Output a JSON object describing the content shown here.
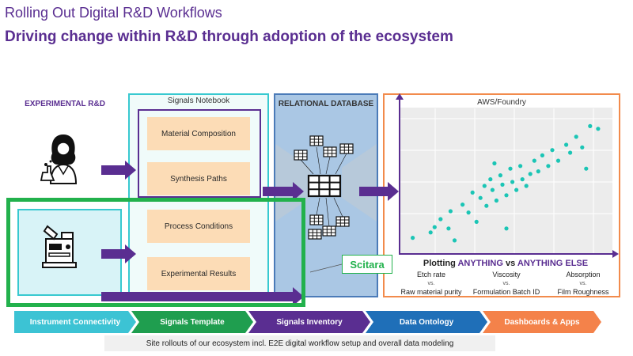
{
  "header": {
    "title": "Rolling Out Digital R&D Workflows",
    "subtitle": "Driving change within R&D through adoption of the ecosystem"
  },
  "experimental": {
    "label": "EXPERIMENTAL R&D",
    "icon": "scientist-icon"
  },
  "instrument": {
    "icon": "lab-instrument-icon"
  },
  "notebook": {
    "title": "Signals Notebook",
    "items": [
      "Material Composition",
      "Synthesis Paths",
      "Process Conditions",
      "Experimental Results"
    ]
  },
  "database": {
    "title": "RELATIONAL DATABASE",
    "icon": "table-grid-icon"
  },
  "aws": {
    "title": "AWS/Foundry",
    "caption_prefix": "Plotting ",
    "caption_emph1": "ANYTHING",
    "caption_mid": " vs ",
    "caption_emph2": "ANYTHING ELSE",
    "pairs": [
      {
        "top": "Etch rate",
        "vs": "vs.",
        "bottom": "Raw material purity"
      },
      {
        "top": "Viscosity",
        "vs": "vs.",
        "bottom": "Formulation Batch ID"
      },
      {
        "top": "Absorption",
        "vs": "vs.",
        "bottom": "Film Roughness"
      }
    ]
  },
  "scitara": {
    "label": "Scitara"
  },
  "stages": [
    {
      "label": "Instrument Connectivity",
      "color": "#3cc3d4"
    },
    {
      "label": "Signals Template",
      "color": "#1f9e4f"
    },
    {
      "label": "Signals Inventory",
      "color": "#5a2e91"
    },
    {
      "label": "Data Ontology",
      "color": "#1f6fb8"
    },
    {
      "label": "Dashboards & Apps",
      "color": "#f4824a"
    }
  ],
  "footer": {
    "text": "Site rollouts of our ecosystem incl. E2E digital workflow setup and overall data modeling"
  },
  "colors": {
    "purple": "#5a2e91",
    "green": "#22b14c",
    "teal": "#38c9d0",
    "scatter": "#1bc5b5"
  },
  "scatter_points": [
    [
      0.03,
      0.08
    ],
    [
      0.12,
      0.12
    ],
    [
      0.14,
      0.16
    ],
    [
      0.17,
      0.22
    ],
    [
      0.21,
      0.15
    ],
    [
      0.22,
      0.28
    ],
    [
      0.24,
      0.06
    ],
    [
      0.28,
      0.33
    ],
    [
      0.31,
      0.27
    ],
    [
      0.33,
      0.42
    ],
    [
      0.35,
      0.2
    ],
    [
      0.37,
      0.38
    ],
    [
      0.39,
      0.47
    ],
    [
      0.4,
      0.32
    ],
    [
      0.42,
      0.52
    ],
    [
      0.43,
      0.44
    ],
    [
      0.45,
      0.36
    ],
    [
      0.47,
      0.55
    ],
    [
      0.48,
      0.48
    ],
    [
      0.5,
      0.4
    ],
    [
      0.52,
      0.6
    ],
    [
      0.53,
      0.5
    ],
    [
      0.55,
      0.44
    ],
    [
      0.57,
      0.62
    ],
    [
      0.58,
      0.52
    ],
    [
      0.6,
      0.47
    ],
    [
      0.62,
      0.56
    ],
    [
      0.64,
      0.66
    ],
    [
      0.66,
      0.58
    ],
    [
      0.68,
      0.7
    ],
    [
      0.71,
      0.62
    ],
    [
      0.73,
      0.74
    ],
    [
      0.76,
      0.66
    ],
    [
      0.8,
      0.78
    ],
    [
      0.82,
      0.72
    ],
    [
      0.85,
      0.84
    ],
    [
      0.88,
      0.76
    ],
    [
      0.9,
      0.6
    ],
    [
      0.92,
      0.92
    ],
    [
      0.96,
      0.9
    ],
    [
      0.5,
      0.15
    ],
    [
      0.44,
      0.64
    ]
  ]
}
